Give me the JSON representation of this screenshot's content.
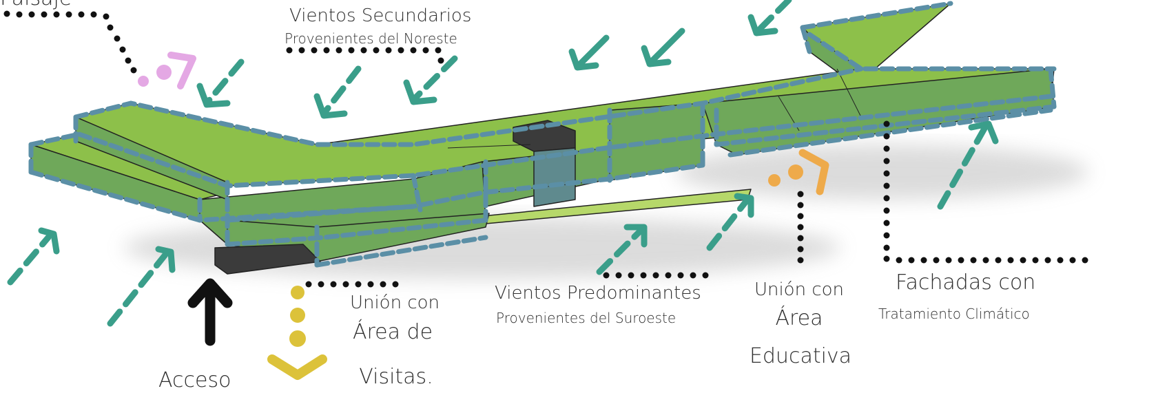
{
  "labels": {
    "top_left_cut": "Paisaje",
    "secondary_winds_title": "Vientos Secundarios",
    "secondary_winds_sub": "Provenientes del Noreste",
    "predominant_winds_title": "Vientos Predominantes",
    "predominant_winds_sub": "Provenientes del Suroeste",
    "access": "Acceso",
    "visits_line1": "Unión con",
    "visits_line2": "Área de",
    "visits_line3": "Visitas.",
    "education_line1": "Unión con",
    "education_line2": "Área",
    "education_line3": "Educativa",
    "facades_title": "Fachadas con",
    "facades_sub": "Tratamiento Climático"
  },
  "colors": {
    "roof_green": "#8dc04a",
    "wall_green": "#6fa85a",
    "dash_blue": "#5b8fa6",
    "wind_teal": "#3a9e8a",
    "landscape_pink": "#e4a8e4",
    "education_orange": "#eeaa4a",
    "visits_yellow": "#dcc23a",
    "access_black": "#111111",
    "block_dark": "#3b3b3b"
  }
}
